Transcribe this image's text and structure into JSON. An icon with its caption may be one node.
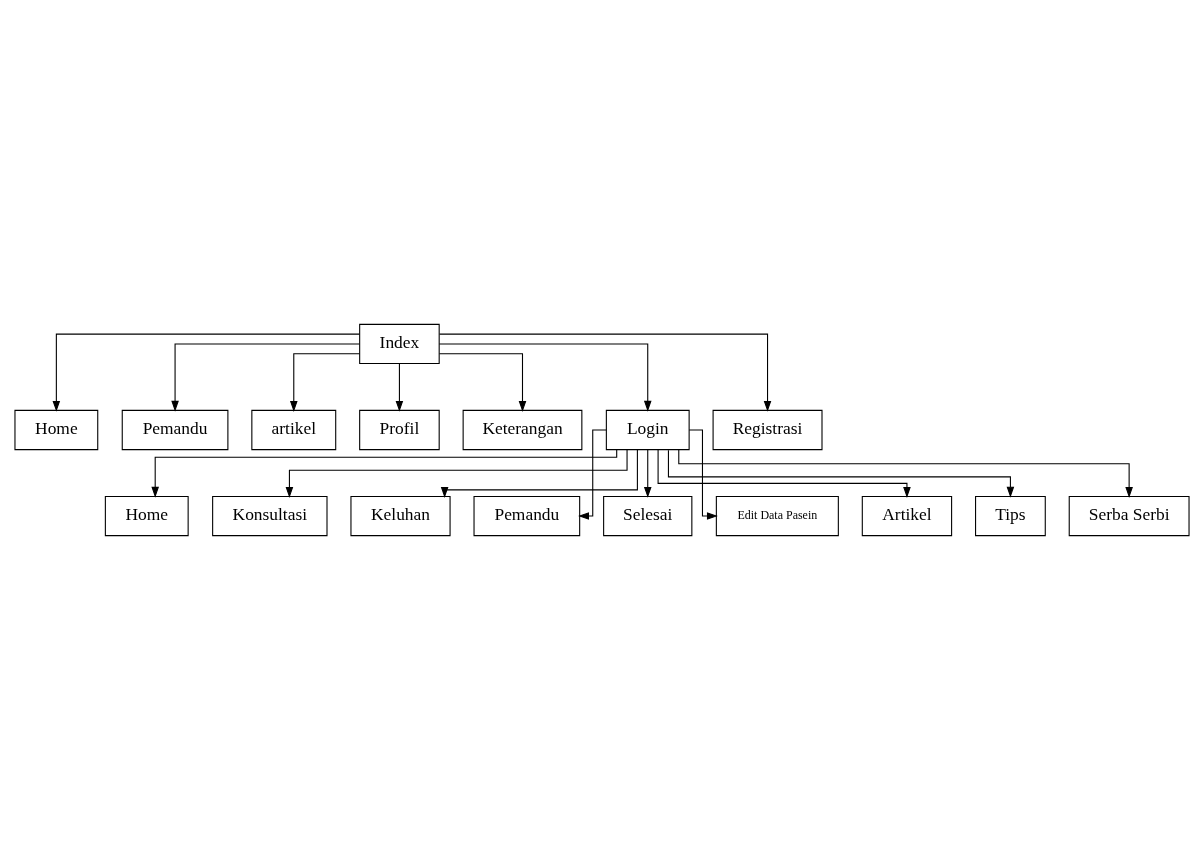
{
  "diagram": {
    "nodes": [
      {
        "text": [
          "Index"
        ]
      },
      {
        "text": [
          "Home"
        ]
      },
      {
        "text": [
          "Pemandu"
        ]
      },
      {
        "text": [
          "artikel"
        ]
      },
      {
        "text": [
          "Profil"
        ]
      },
      {
        "text": [
          "Keterangan"
        ]
      },
      {
        "text": [
          "Login"
        ]
      },
      {
        "text": [
          "Registrasi"
        ]
      },
      {
        "text": [
          "Home"
        ]
      },
      {
        "text": [
          "Konsultasi"
        ]
      },
      {
        "text": [
          "Keluhan"
        ]
      },
      {
        "text": [
          "Pemandu"
        ]
      },
      {
        "text": [
          "Selesai"
        ]
      },
      {
        "text": [
          "Edit Data Pasein"
        ]
      },
      {
        "text": [
          "Artikel"
        ]
      },
      {
        "text": [
          "Tips"
        ]
      },
      {
        "text": [
          "Serba Serbi"
        ]
      }
    ],
    "edges": [
      {
        "from": 0,
        "to": 1,
        "arrow": "to"
      },
      {
        "from": 0,
        "to": 2,
        "arrow": "to"
      },
      {
        "from": 0,
        "to": 3,
        "arrow": "to"
      },
      {
        "from": 0,
        "to": 4,
        "arrow": "to"
      },
      {
        "from": 0,
        "to": 5,
        "arrow": "to"
      },
      {
        "from": 0,
        "to": 6,
        "arrow": "to"
      },
      {
        "from": 0,
        "to": 7,
        "arrow": "to"
      },
      {
        "from": 6,
        "to": 8,
        "arrow": "to"
      },
      {
        "from": 6,
        "to": 9,
        "arrow": "to"
      },
      {
        "from": 6,
        "to": 10,
        "arrow": "to"
      },
      {
        "from": 6,
        "to": 11,
        "arrow": "to"
      },
      {
        "from": 6,
        "to": 12,
        "arrow": "to"
      },
      {
        "from": 6,
        "to": 13,
        "arrow": "to"
      },
      {
        "from": 6,
        "to": 14,
        "arrow": "to"
      },
      {
        "from": 6,
        "to": 15,
        "arrow": "to"
      },
      {
        "from": 6,
        "to": 16,
        "arrow": "to"
      }
    ]
  }
}
